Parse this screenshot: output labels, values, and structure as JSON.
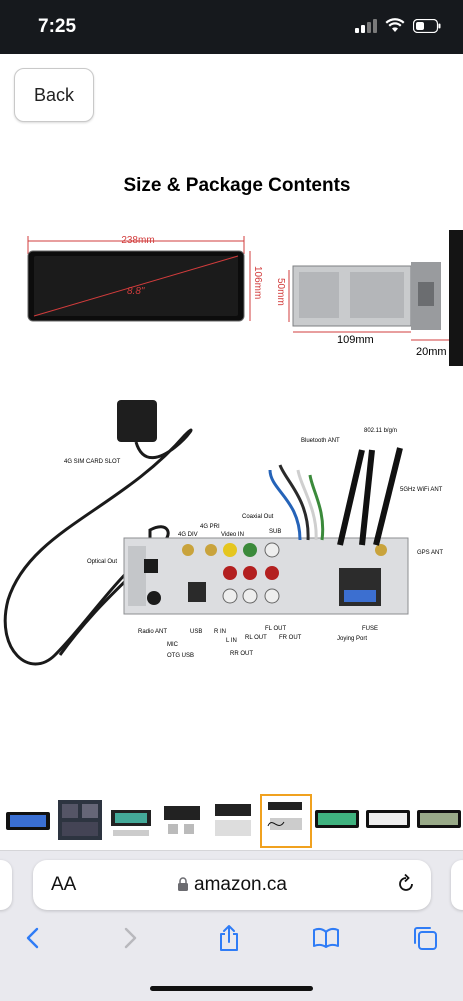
{
  "status": {
    "time": "7:25"
  },
  "nav": {
    "back_label": "Back"
  },
  "product": {
    "title": "Size & Package Contents",
    "dims": {
      "width": "238mm",
      "height": "106mm",
      "diagonal": "8.8\"",
      "depth": "109mm",
      "body_height": "50mm",
      "bracket": "20mm"
    },
    "labels": {
      "sim": "4G SIM CARD SLOT",
      "bluetooth": "Bluetooth ANT",
      "wifi24": "802.11 b/g/n",
      "wifi5": "5GHz WiFi ANT",
      "coaxial": "Coaxial Out",
      "sub": "SUB",
      "pri4g": "4G PRI",
      "div4g": "4G DIV",
      "video_in": "Video IN",
      "optical": "Optical Out",
      "gps": "GPS ANT",
      "radio": "Radio ANT",
      "usb": "USB",
      "rin": "R IN",
      "lin": "L IN",
      "rlout": "RL OUT",
      "flout": "FL OUT",
      "frout": "FR OUT",
      "rrout": "RR OUT",
      "fuse": "FUSE",
      "joying": "Joying Port",
      "mic": "MIC",
      "otg": "OTG USB"
    }
  },
  "browser": {
    "aa": "AA",
    "domain": "amazon.ca"
  },
  "colors": {
    "accent": "#f0a11f",
    "link_blue": "#2f7cf6",
    "status_bg": "#16191d"
  }
}
